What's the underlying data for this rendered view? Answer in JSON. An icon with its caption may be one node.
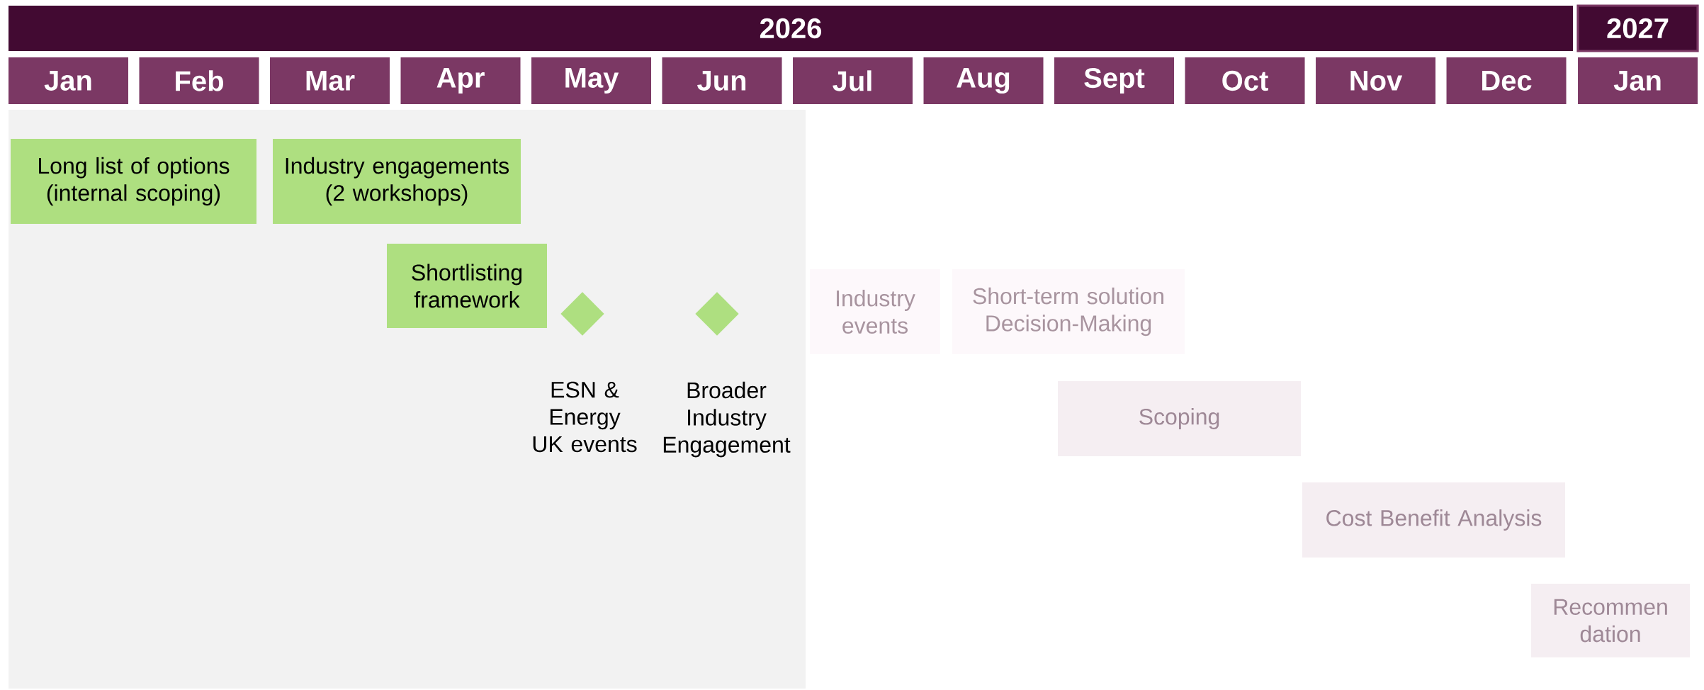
{
  "diagram": {
    "nodes": [
      {
        "text": [
          "2026"
        ]
      },
      {
        "text": [
          "2027"
        ]
      },
      {
        "text": [
          "Jan"
        ]
      },
      {
        "text": [
          "Feb"
        ]
      },
      {
        "text": [
          "Mar"
        ]
      },
      {
        "text": [
          "Apr"
        ]
      },
      {
        "text": [
          "May"
        ]
      },
      {
        "text": [
          "Jun"
        ]
      },
      {
        "text": [
          "Jul"
        ]
      },
      {
        "text": [
          "Aug"
        ]
      },
      {
        "text": [
          "Sept"
        ]
      },
      {
        "text": [
          "Oct"
        ]
      },
      {
        "text": [
          "Nov"
        ]
      },
      {
        "text": [
          "Dec"
        ]
      },
      {
        "text": [
          "Jan"
        ]
      },
      {
        "text": [
          "Long list of options (internal scoping)"
        ]
      },
      {
        "text": [
          "Industry engagements (2 workshops)"
        ]
      },
      {
        "text": [
          "Shortlisting framework"
        ]
      },
      {
        "text": [],
        "shape": "diamond",
        "beside": [
          "ESN & Energy UK events"
        ]
      },
      {
        "text": [],
        "shape": "diamond",
        "beside": [
          "Broader Industry Engagement"
        ]
      },
      {
        "text": [
          "Industry events"
        ]
      },
      {
        "text": [
          "Short-term solution Decision-Making"
        ]
      },
      {
        "text": [
          "Scoping"
        ]
      },
      {
        "text": [
          "Cost Benefit Analysis"
        ]
      },
      {
        "text": [
          "Recommen dation"
        ]
      }
    ]
  }
}
